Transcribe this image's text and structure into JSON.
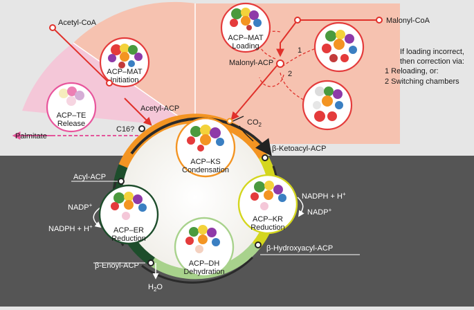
{
  "metabolites": {
    "acetyl_coa": "Acetyl-CoA",
    "malonyl_coa": "Malonyl-CoA",
    "malonyl_acp": "Malonyl-ACP",
    "acetyl_acp": "Acetyl-ACP",
    "palmitate": "Palmitate",
    "c16": "C16?",
    "co2": "CO",
    "co2_sub": "2",
    "ketoacyl": "β-Ketoacyl-ACP",
    "hydroxyacyl": "β-Hydroxyacyl-ACP",
    "enoyl": "β-Enoyl-ACP",
    "acyl": "Acyl-ACP",
    "water_h": "H",
    "water_sub": "2",
    "water_o": "O"
  },
  "cofactors": {
    "kr_nadph": "NADPH + H",
    "kr_nadp": "NADP",
    "er_nadp": "NADP",
    "er_nadph": "NADPH + H",
    "plus": "+"
  },
  "complexes": {
    "mat_initiation": [
      "ACP–MAT",
      "Initiation"
    ],
    "mat_loading": [
      "ACP–MAT",
      "Loading"
    ],
    "te_release": [
      "ACP–TE",
      "Release"
    ],
    "ks_condensation": [
      "ACP–KS",
      "Condensation"
    ],
    "kr_reduction": [
      "ACP–KR",
      "Reduction"
    ],
    "er_reduction": [
      "ACP–ER",
      "Reduction"
    ],
    "dh_dehydration": [
      "ACP–DH",
      "Dehydration"
    ]
  },
  "correction_note": {
    "line1": "If loading incorrect,",
    "line2": "then correction via:",
    "line3": "1 Reloading, or:",
    "line4": "2 Switching chambers"
  },
  "path_numbers": {
    "one": "1",
    "two": "2"
  },
  "colors": {
    "ks": "#f39422",
    "kr": "#d4d61e",
    "dh": "#a8d28c",
    "er": "#1d4d2b",
    "mat": "#e43b3b",
    "te": "#e8559c",
    "dark_bg": "#555555",
    "salmon": "#f6c2b0",
    "pink": "#f4c7d8"
  }
}
